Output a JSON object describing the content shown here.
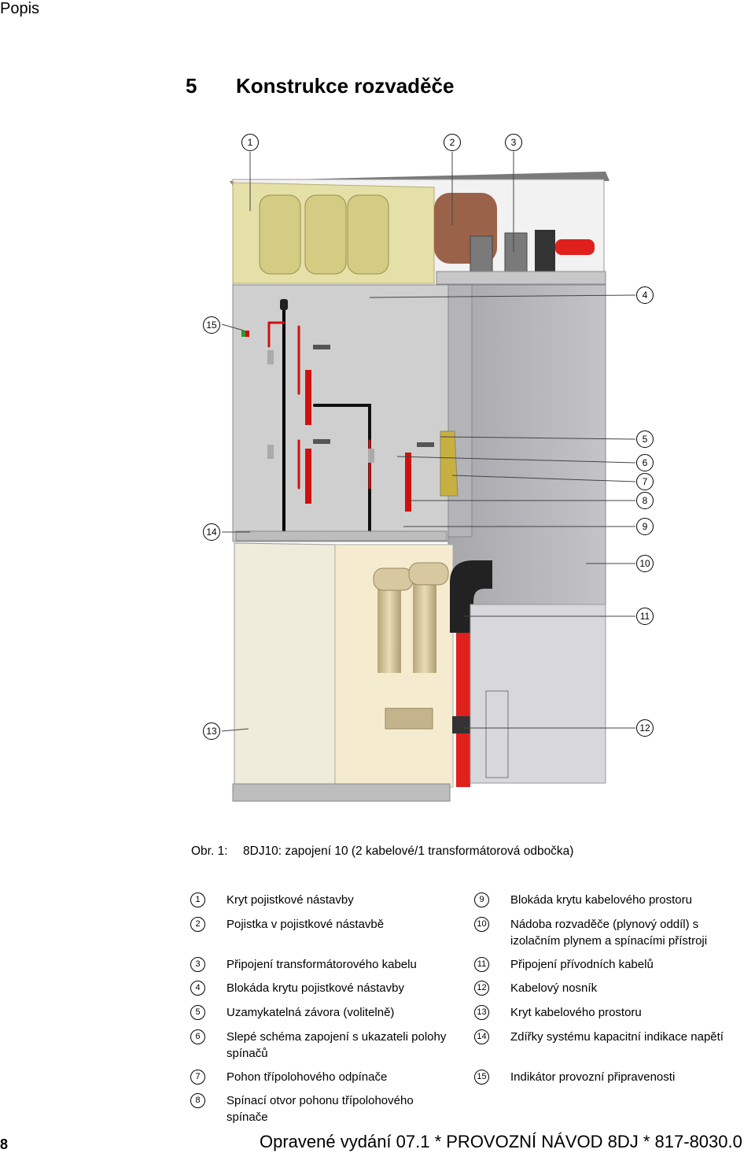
{
  "header": {
    "section": "Popis"
  },
  "title": {
    "number": "5",
    "text": "Konstrukce rozvaděče"
  },
  "figure": {
    "caption_label": "Obr. 1:",
    "caption_text": "8DJ10: zapojení 10 (2 kabelové/1 transformátorová odbočka)",
    "callouts": [
      "1",
      "2",
      "3",
      "4",
      "5",
      "6",
      "7",
      "8",
      "9",
      "10",
      "11",
      "12",
      "13",
      "14",
      "15"
    ],
    "colors": {
      "housing": "#c8c8c8",
      "fuse_cover": "#e4dfa0",
      "cable_red": "#e0201c",
      "epoxy_beige": "#d8c8a0",
      "cable_cover": "#f5ecd0"
    }
  },
  "legend": [
    {
      "n": "1",
      "text": "Kryt pojistkové nástavby"
    },
    {
      "n": "2",
      "text": "Pojistka v pojistkové nástavbě"
    },
    {
      "n": "3",
      "text": "Připojení transformátorového kabelu"
    },
    {
      "n": "4",
      "text": "Blokáda krytu pojistkové nástavby"
    },
    {
      "n": "5",
      "text": "Uzamykatelná závora (volitelně)"
    },
    {
      "n": "6",
      "text": "Slepé schéma zapojení s ukazateli polohy spínačů"
    },
    {
      "n": "7",
      "text": "Pohon třípolohového odpínače"
    },
    {
      "n": "8",
      "text": "Spínací otvor pohonu třípolohového spínače"
    },
    {
      "n": "9",
      "text": "Blokáda krytu kabelového prostoru"
    },
    {
      "n": "10",
      "text": "Nádoba rozvaděče (plynový oddíl) s izolačním plynem a spínacími přístroji"
    },
    {
      "n": "11",
      "text": "Připojení přívodních kabelů"
    },
    {
      "n": "12",
      "text": "Kabelový nosník"
    },
    {
      "n": "13",
      "text": "Kryt kabelového prostoru"
    },
    {
      "n": "14",
      "text": "Zdířky systému kapacitní indikace napětí"
    },
    {
      "n": "15",
      "text": "Indikátor provozní připravenosti"
    }
  ],
  "footer": {
    "page": "8",
    "text": "Opravené  vydání 07.1 * PROVOZNÍ NÁVOD 8DJ * 817-8030.0"
  }
}
